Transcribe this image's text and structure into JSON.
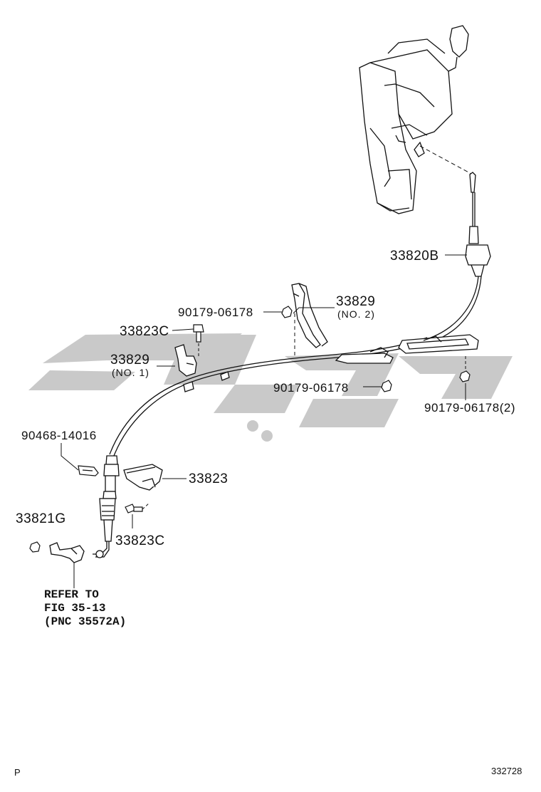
{
  "labels": {
    "p33820b": "33820B",
    "p33829_no2": "33829",
    "p33829_no2_sub": "(NO. 2)",
    "p90179_a": "90179-06178",
    "p33823c_a": "33823C",
    "p33829_no1": "33829",
    "p33829_no1_sub": "(NO. 1)",
    "p90179_b": "90179-06178",
    "p90179_c": "90179-06178(2)",
    "p90468": "90468-14016",
    "p33823": "33823",
    "p33821g": "33821G",
    "p33823c_b": "33823C"
  },
  "note": {
    "line1": "REFER TO",
    "line2": "FIG 35-13",
    "line3": "(PNC 35572A)"
  },
  "footer": {
    "left_code": "P",
    "right_code": "332728"
  },
  "colors": {
    "line": "#111111",
    "watermark": "#c9c9c9"
  }
}
